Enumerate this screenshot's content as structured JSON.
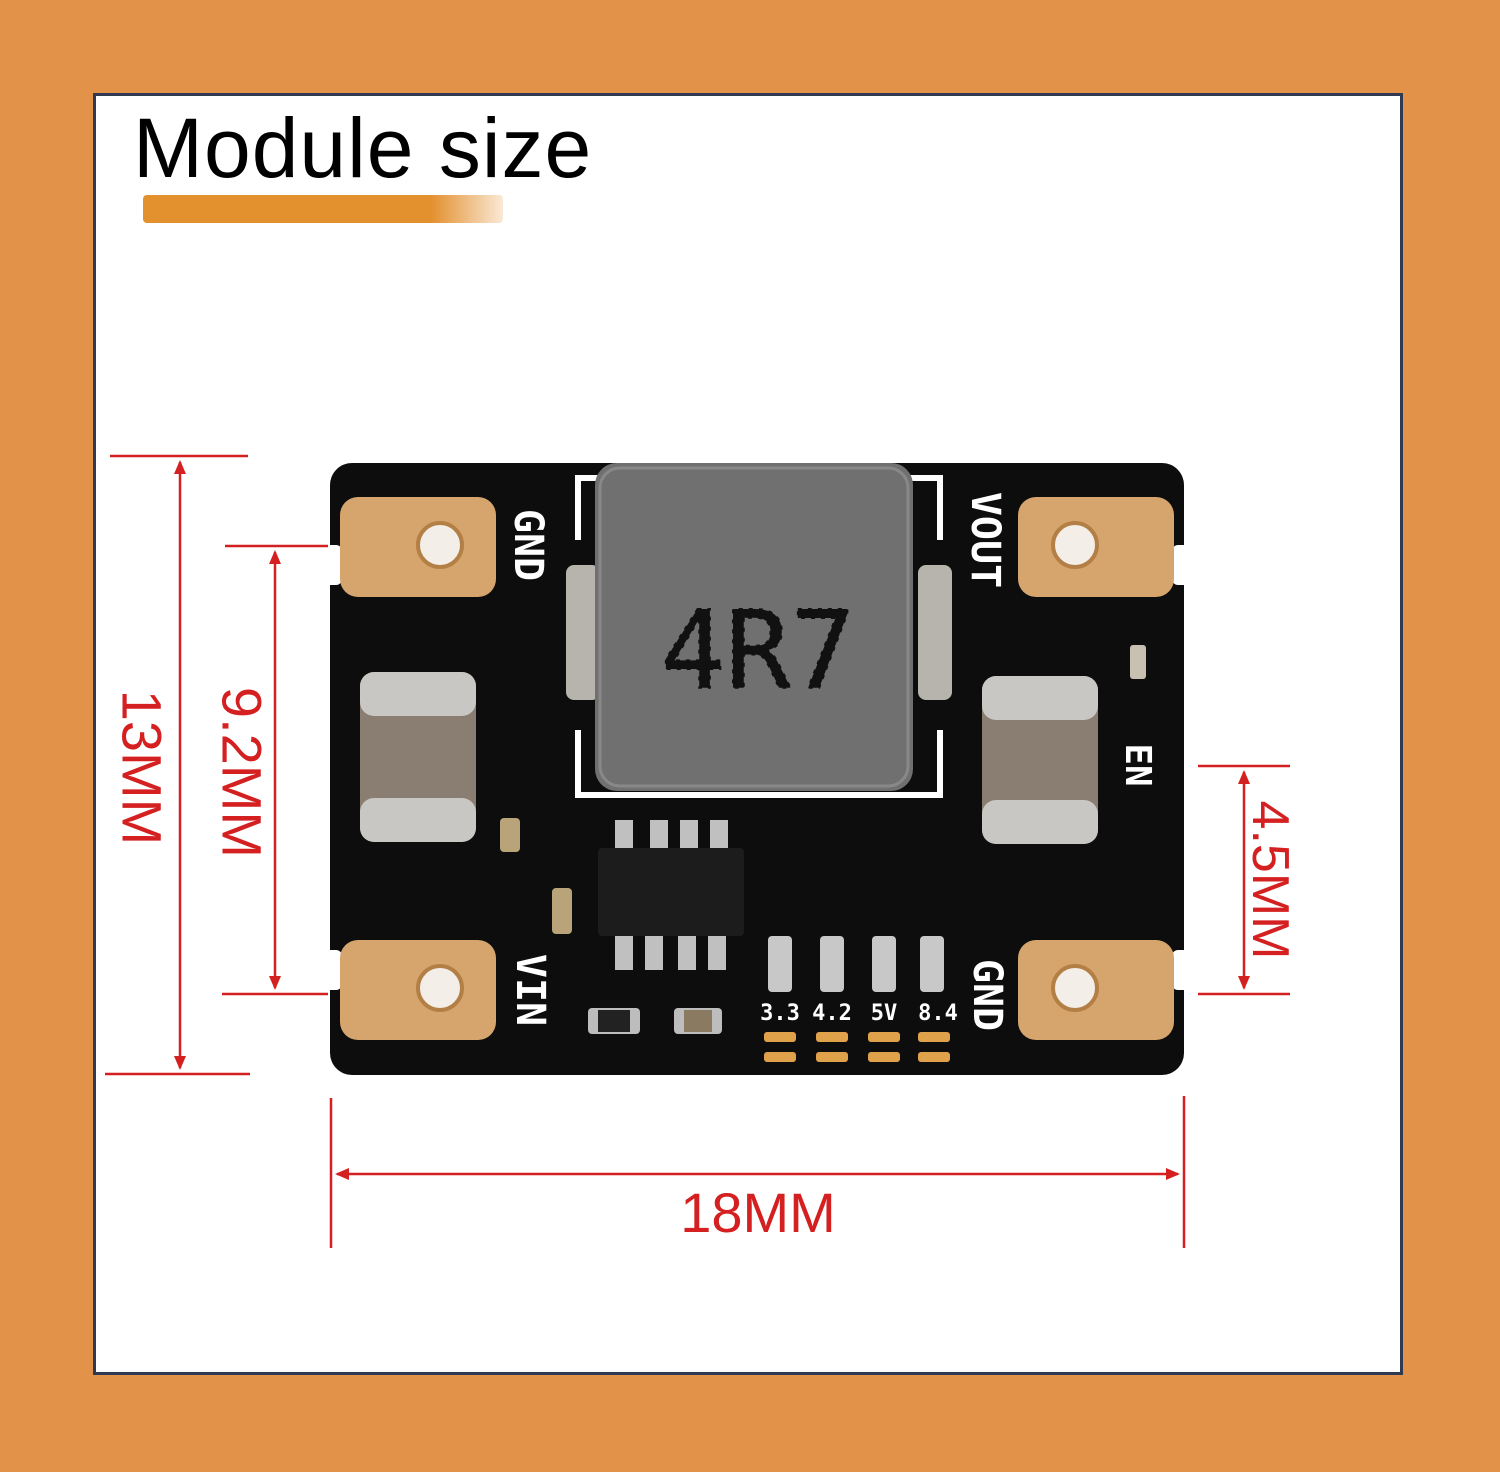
{
  "title": "Module size",
  "colors": {
    "background": "#e39349",
    "panel": "#ffffff",
    "dimension_lines": "#d42020",
    "title_underline": "#e3902f",
    "pcb": "#0d0d0d",
    "copper_pads": "#d6a56d"
  },
  "dimensions": {
    "height_total": "13MM",
    "pad_spacing": "9.2MM",
    "en_to_gnd": "4.5MM",
    "width_total": "18MM"
  },
  "board": {
    "inductor_marking": "4R7",
    "silkscreen": {
      "gnd_top": "GND",
      "vout": "VOUT",
      "en": "EN",
      "vin": "VIN",
      "gnd_bottom": "GND"
    },
    "voltage_options": [
      "3.3",
      "4.2",
      "5V",
      "8.4"
    ]
  }
}
